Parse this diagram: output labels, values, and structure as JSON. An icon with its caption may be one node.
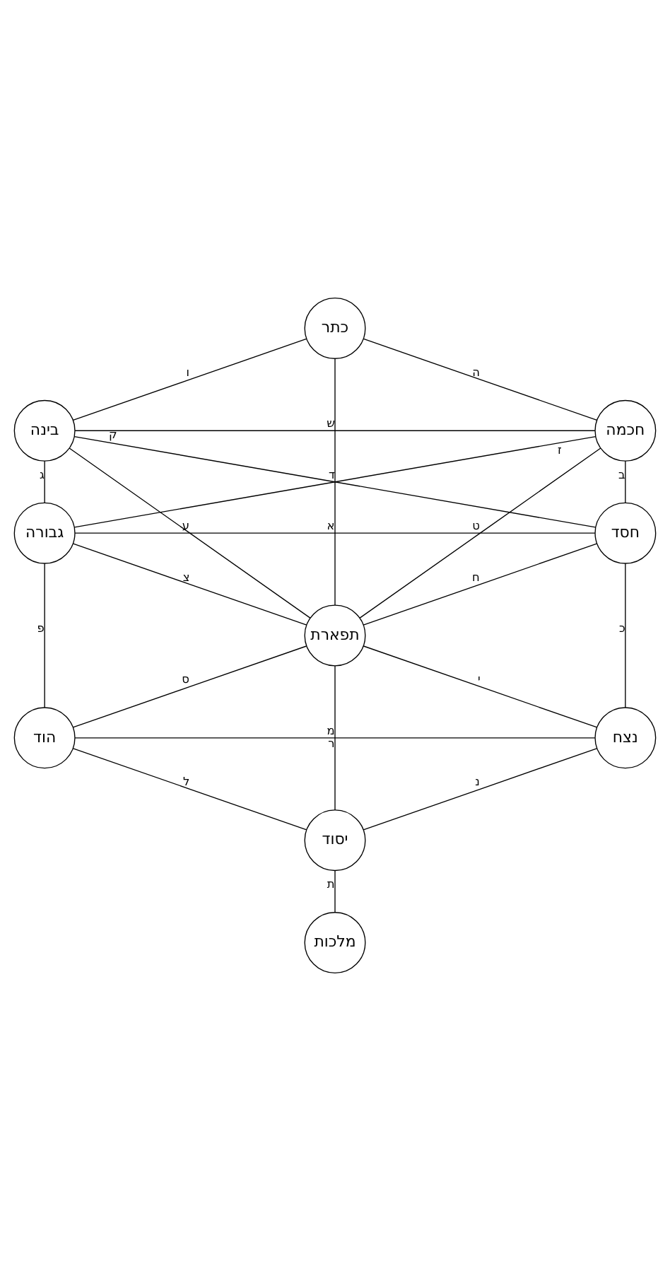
{
  "diagram": {
    "nodes": [
      {
        "text": [
          "כתר"
        ]
      },
      {
        "text": [
          "בינה"
        ]
      },
      {
        "text": [
          "חכמה"
        ]
      },
      {
        "text": [
          "גבורה"
        ]
      },
      {
        "text": [
          "חסד"
        ]
      },
      {
        "text": [
          "תפארת"
        ]
      },
      {
        "text": [
          "הוד"
        ]
      },
      {
        "text": [
          "נצח"
        ]
      },
      {
        "text": [
          "יסוד"
        ]
      },
      {
        "text": [
          "מלכות"
        ]
      }
    ],
    "edges": [
      {
        "from": 0,
        "to": 1,
        "arrow": "none",
        "label": "ו"
      },
      {
        "from": 0,
        "to": 2,
        "arrow": "none",
        "label": "ה"
      },
      {
        "from": 1,
        "to": 2,
        "arrow": "none",
        "label": "ש"
      },
      {
        "from": 0,
        "to": 5,
        "arrow": "none",
        "label": "ד"
      },
      {
        "from": 1,
        "to": 4,
        "arrow": "none",
        "label": "ק"
      },
      {
        "from": 1,
        "to": 5,
        "arrow": "none",
        "label": "ע"
      },
      {
        "from": 2,
        "to": 3,
        "arrow": "none",
        "label": "ז"
      },
      {
        "from": 2,
        "to": 5,
        "arrow": "none",
        "label": "ט"
      },
      {
        "from": 1,
        "to": 3,
        "arrow": "none",
        "label": "ג"
      },
      {
        "from": 2,
        "to": 4,
        "arrow": "none",
        "label": "ב"
      },
      {
        "from": 3,
        "to": 4,
        "arrow": "none",
        "label": "א"
      },
      {
        "from": 3,
        "to": 5,
        "arrow": "none",
        "label": "צ"
      },
      {
        "from": 4,
        "to": 5,
        "arrow": "none",
        "label": "ח"
      },
      {
        "from": 3,
        "to": 6,
        "arrow": "none",
        "label": "פ"
      },
      {
        "from": 4,
        "to": 7,
        "arrow": "none",
        "label": "כ"
      },
      {
        "from": 5,
        "to": 6,
        "arrow": "none",
        "label": "ס"
      },
      {
        "from": 5,
        "to": 7,
        "arrow": "none",
        "label": "י"
      },
      {
        "from": 6,
        "to": 7,
        "arrow": "none",
        "label": "מ"
      },
      {
        "from": 5,
        "to": 8,
        "arrow": "none",
        "label": "ר"
      },
      {
        "from": 6,
        "to": 8,
        "arrow": "none",
        "label": "ל"
      },
      {
        "from": 7,
        "to": 8,
        "arrow": "none",
        "label": "נ"
      },
      {
        "from": 8,
        "to": 9,
        "arrow": "none",
        "label": "ת"
      }
    ]
  }
}
